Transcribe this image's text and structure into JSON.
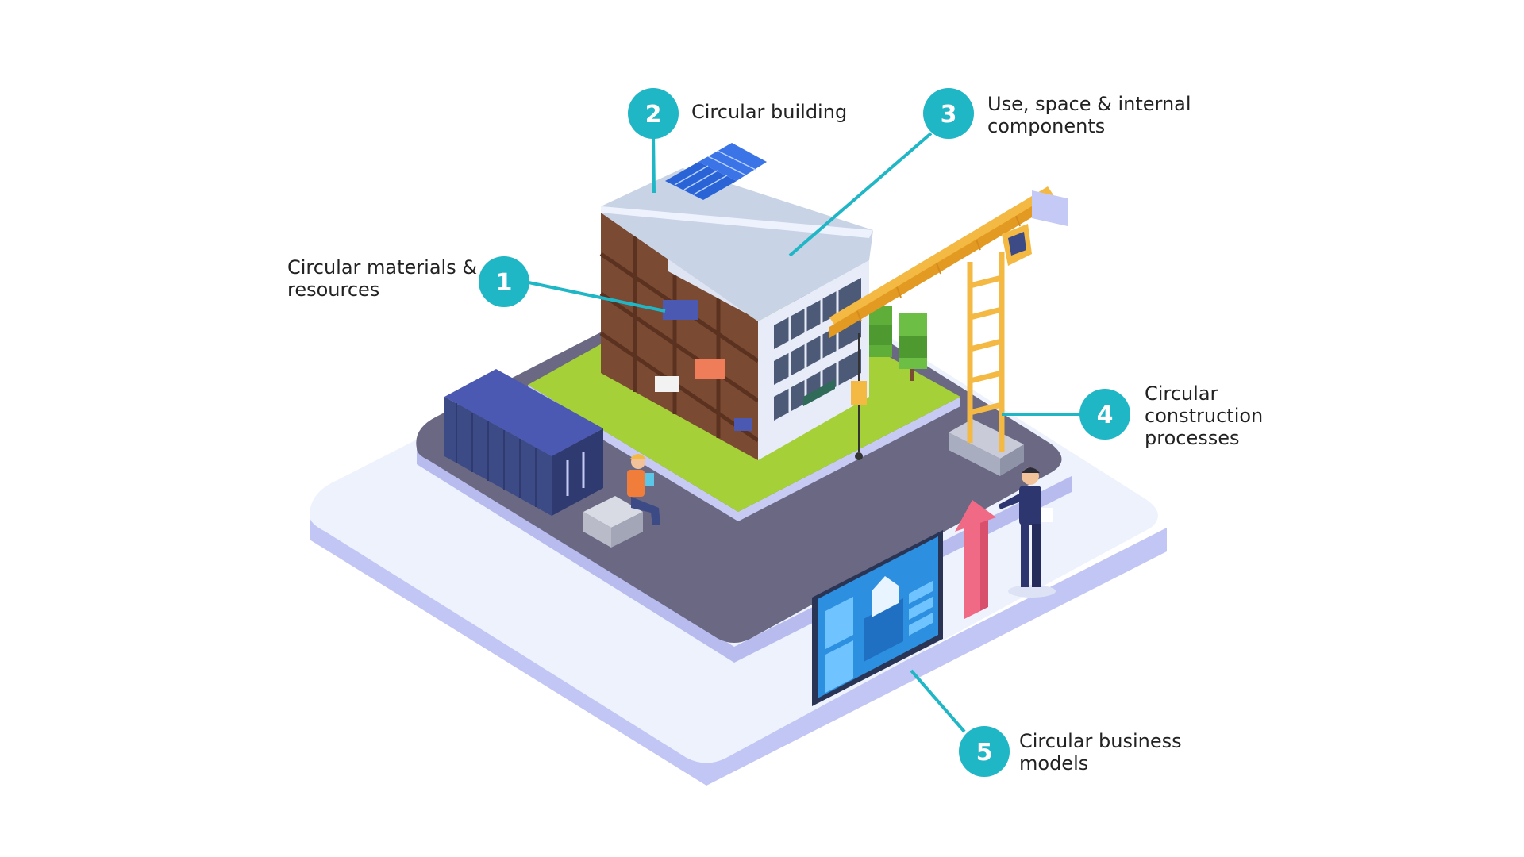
{
  "colors": {
    "accent": "#1fb6c6",
    "accent_dark": "#0f9fb0",
    "platform": "#eef2fd",
    "platform_side": "#c5c9f5",
    "road": "#6a6882",
    "grass": "#a5d038",
    "building_frame": "#7a4a33",
    "crane": "#f4b942",
    "container": "#3c4a86",
    "screen": "#2c8fe0",
    "arrow": "#f06a85"
  },
  "callouts": [
    {
      "number": "1",
      "lines": [
        "Circular materials &",
        "resources"
      ]
    },
    {
      "number": "2",
      "lines": [
        "Circular building"
      ]
    },
    {
      "number": "3",
      "lines": [
        "Use, space & internal",
        "components"
      ]
    },
    {
      "number": "4",
      "lines": [
        "Circular",
        "construction",
        "processes"
      ]
    },
    {
      "number": "5",
      "lines": [
        "Circular business",
        "models"
      ]
    }
  ],
  "icons": {
    "solar_panels": "solar-panel-icon",
    "crane": "crane-icon",
    "container": "shipping-container-icon",
    "worker": "worker-icon",
    "businessman": "businessman-icon",
    "dashboard": "dashboard-screen-icon",
    "growth_arrow": "growth-arrow-icon",
    "home": "home-icon"
  }
}
